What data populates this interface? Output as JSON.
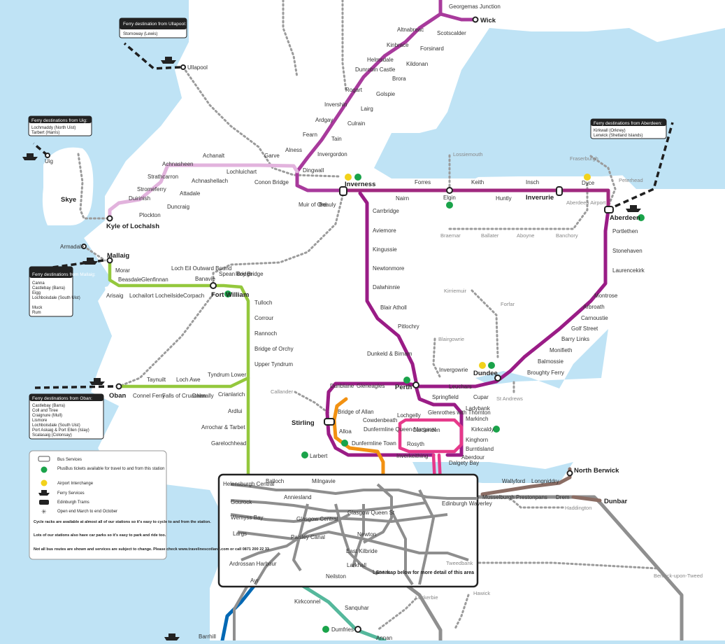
{
  "stations": {
    "wick": "Wick",
    "georgemas": "Georgemas Junction",
    "scotscalder": "Scotscalder",
    "altnabreac": "Altnabreac",
    "kinbrace": "Kinbrace",
    "forsinard": "Forsinard",
    "helmsdale": "Helmsdale",
    "kildonan": "Kildonan",
    "dunrobin": "Dunrobin Castle",
    "brora": "Brora",
    "golspie": "Golspie",
    "rogart": "Rogart",
    "lairg": "Lairg",
    "invershin": "Invershin",
    "culrain": "Culrain",
    "ardgay": "Ardgay",
    "tain": "Tain",
    "fearn": "Fearn",
    "alness": "Alness",
    "invergordon": "Invergordon",
    "dingwall": "Dingwall",
    "garve": "Garve",
    "conon": "Conon Bridge",
    "muir": "Muir of Ord",
    "beauly": "Beauly",
    "inverness": "Inverness",
    "ullapool": "Ullapool",
    "achnashellach": "Achnashellach",
    "achnasheen": "Achnasheen",
    "achanalt": "Achanalt",
    "lochluichart": "Lochluichart",
    "strathcarron": "Strathcarron",
    "attadale": "Attadale",
    "stromeferry": "Stromeferry",
    "duirinish": "Duirinish",
    "duncraig": "Duncraig",
    "plockton": "Plockton",
    "kyle": "Kyle of Lochalsh",
    "skye": "Skye",
    "uig": "Uig",
    "armadale": "Armadale",
    "mallaig": "Mallaig",
    "morar": "Morar",
    "arisaig": "Arisaig",
    "beasdale": "Beasdale",
    "glenfinnan": "Glenfinnan",
    "locheil": "Loch Eil Outward Bound",
    "lochailort": "Lochailort",
    "locheilside": "Locheilside",
    "corpach": "Corpach",
    "banavie": "Banavie",
    "spean": "Spean Bridge",
    "roy": "Roy Bridge",
    "fortwilliam": "Fort William",
    "tulloch": "Tulloch",
    "corrour": "Corrour",
    "rannoch": "Rannoch",
    "orchy": "Bridge of Orchy",
    "tyndrum_upper": "Upper Tyndrum",
    "tyndrum_lower": "Tyndrum Lower",
    "crianlarich": "Crianlarich",
    "ardlui": "Ardlui",
    "arrochar": "Arrochar & Tarbet",
    "garelochhead": "Garelochhead",
    "oban": "Oban",
    "connel": "Connel Ferry",
    "taynuilt": "Taynuilt",
    "falls": "Falls of Cruachan",
    "lochawe": "Loch Awe",
    "dalmally": "Dalmally",
    "nairn": "Nairn",
    "forres": "Forres",
    "elgin": "Elgin",
    "lossiemouth": "Lossiemouth",
    "keith": "Keith",
    "huntly": "Huntly",
    "insch": "Insch",
    "inverurie": "Inverurie",
    "dyce": "Dyce",
    "aberdeen": "Aberdeen",
    "aberdeen_airport": "Aberdeen Airport",
    "fraserburgh": "Fraserburgh",
    "peterhead": "Peterhead",
    "braemar": "Braemar",
    "ballater": "Ballater",
    "aboyne": "Aboyne",
    "banchory": "Banchory",
    "portlethen": "Portlethen",
    "stonehaven": "Stonehaven",
    "laurencekirk": "Laurencekirk",
    "montrose": "Montrose",
    "arbroath": "Arbroath",
    "carnoustie": "Carnoustie",
    "golf_street": "Golf Street",
    "barry_links": "Barry Links",
    "monifieth": "Monifieth",
    "balmossie": "Balmossie",
    "broughty": "Broughty Ferry",
    "dundee": "Dundee",
    "kirriemuir": "Kirriemuir",
    "forfar": "Forfar",
    "blairgowrie": "Blairgowrie",
    "carrbridge": "Carrbridge",
    "aviemore": "Aviemore",
    "kingussie": "Kingussie",
    "newtonmore": "Newtonmore",
    "dalwhinnie": "Dalwhinnie",
    "blair_atholl": "Blair Atholl",
    "pitlochry": "Pitlochry",
    "dunkeld": "Dunkeld & Birnam",
    "perth": "Perth",
    "invergowrie": "Invergowrie",
    "leuchars": "Leuchars",
    "st_andrews": "St Andrews",
    "springfield": "Springfield",
    "cupar": "Cupar",
    "ladybank": "Ladybank",
    "markinch": "Markinch",
    "kirkcaldy": "Kirkcaldy",
    "kinghorn": "Kinghorn",
    "burntisland": "Burntisland",
    "aberdour": "Aberdour",
    "dalgety": "Dalgety Bay",
    "glenrothes": "Glenrothes with Thornton",
    "cardenden": "Cardenden",
    "lochgelly": "Lochgelly",
    "cowdenbeath": "Cowdenbeath",
    "dunfermline_qm": "Dunfermline Queen Margaret",
    "dunfermline_town": "Dunfermline Town",
    "rosyth": "Rosyth",
    "inverkeithing": "Inverkeithing",
    "callander": "Callander",
    "dunblane": "Dunblane",
    "gleneagles": "Gleneagles",
    "bridge_allan": "Bridge of Allan",
    "stirling": "Stirling",
    "alloa": "Alloa",
    "larbert": "Larbert",
    "north_berwick": "North Berwick",
    "dunbar": "Dunbar",
    "wallyford": "Wallyford",
    "longniddry": "Longniddry",
    "musselburgh": "Musselburgh",
    "prestonpans": "Prestonpans",
    "drem": "Drem",
    "haddington": "Haddington",
    "berwick": "Berwick-upon-Tweed",
    "tweedbank": "Tweedbank",
    "hawick": "Hawick",
    "lockerbie": "Lockerbie",
    "kirkconnel": "Kirkconnel",
    "sanquhar": "Sanquhar",
    "dumfries": "Dumfries",
    "annan": "Annan",
    "barrhill": "Barrhill",
    "ayr": "Ayr",
    "helensburgh": "Helensburgh Central",
    "balloch": "Balloch",
    "milngavie": "Milngavie",
    "gourock": "Gourock",
    "anniesland": "Anniesland",
    "wemyss": "Wemyss Bay",
    "largs": "Largs",
    "glasgow_central": "Glasgow Central",
    "glasgow_qs": "Glasgow Queen St",
    "paisley": "Paisley Canal",
    "newton": "Newton",
    "east_kilbride": "East Kilbride",
    "larkhall": "Larkhall",
    "lanark": "Lanark",
    "neilston": "Neilston",
    "ardrossan": "Ardrossan Harbour",
    "edinburgh": "Edinburgh Waverley"
  },
  "inset_note": "See map below for more detail of this area",
  "ferry_boxes": {
    "ullapool": {
      "title": "Ferry destination from Ullapool:",
      "items": [
        "Stornoway (Lewis)"
      ]
    },
    "uig": {
      "title": "Ferry destinations from Uig:",
      "items": [
        "Lochmaddy (North Uist)",
        "Tarbert (Harris)"
      ]
    },
    "aberdeen": {
      "title": "Ferry destinations from Aberdeen:",
      "items": [
        "Kirkwall (Orkney)",
        "Lerwick (Shetland Islands)"
      ]
    },
    "mallaig": {
      "title": "Ferry destinations from Mallaig:",
      "items": [
        "Canna",
        "Castlebay (Barra)",
        "Eigg",
        "Lochboisdale (South Uist)",
        "Muck",
        "Rum"
      ]
    },
    "oban": {
      "title": "Ferry destinations from Oban:",
      "items": [
        "Castlebay (Barra)",
        "Coll and Tiree",
        "Craignure (Mull)",
        "Lismore",
        "Lochboisdale (South Uist)",
        "Port Askaig & Port Ellen (Islay)",
        "Scalasaig (Colonsay)"
      ]
    }
  },
  "legend": {
    "items": [
      "Bus Services",
      "PlusBus tickets available for travel to and from this station",
      "Airport Interchange",
      "Ferry Services",
      "Edinburgh Trams",
      "Open end March to end October"
    ],
    "notes": [
      "Cycle racks are available at almost all of our stations so it's easy to cycle to and from the station.",
      "Lots of our stations also have car parks so it's easy to park and ride too.",
      "Not all bus routes are shown and services are subject to change. Please check www.travelinescotland.com or call 0871 200 22 33"
    ]
  },
  "colors": {
    "sea": "#bfe3f5",
    "land": "#ffffff",
    "far_north": "#a83a9c",
    "kyle": "#e2b3dd",
    "highland": "#9a1c86",
    "aberdeen": "#a0297f",
    "west_highland": "#94c83d",
    "fife": "#e6398a",
    "stirling": "#f29111",
    "east_coast": "#8b6d64",
    "mainline": "#8f8f8f",
    "glasgow_south": "#55b89c",
    "ayrshire": "#0068b4",
    "bus": "#999999",
    "ferry": "#1f1f1f"
  }
}
